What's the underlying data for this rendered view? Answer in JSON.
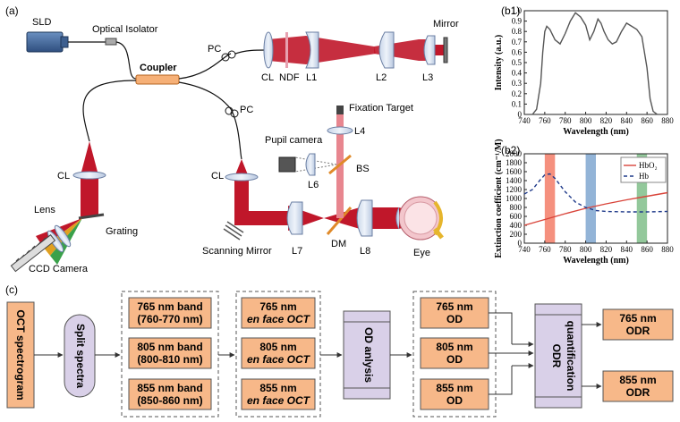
{
  "panels": {
    "a": "(a)",
    "b1": "(b1)",
    "b2": "(b2)",
    "c": "(c)"
  },
  "setup": {
    "sld": "SLD",
    "optical_isolator": "Optical Isolator",
    "coupler": "Coupler",
    "pc_top": "PC",
    "pc_mid": "PC",
    "cl_ref": "CL",
    "ndf": "NDF",
    "l1": "L1",
    "l2": "L2",
    "l3": "L3",
    "mirror": "Mirror",
    "fixation_target": "Fixation Target",
    "l4": "L4",
    "pupil_camera": "Pupil camera",
    "bs": "BS",
    "l6": "L6",
    "cl_sample": "CL",
    "scanning_mirror": "Scanning Mirror",
    "l7": "L7",
    "dm": "DM",
    "l8": "L8",
    "eye": "Eye",
    "cl_spec": "CL",
    "lens": "Lens",
    "grating": "Grating",
    "ccd_camera": "CCD Camera"
  },
  "colors": {
    "beam": "#c0172a",
    "block_orange": "#f7b889",
    "block_purple": "#d9d0e8",
    "hbo2": "#d9443a",
    "hb": "#1f3a8a",
    "band_765": "#f26b53",
    "band_805": "#6f9bc9",
    "band_855": "#6fb67a"
  },
  "chart_data": [
    {
      "type": "line",
      "title": "",
      "xlabel": "Wavelength (nm)",
      "ylabel": "Intensity (a.u.)",
      "xlim": [
        740,
        880
      ],
      "ylim": [
        0,
        1.0
      ],
      "xticks": [
        "740",
        "760",
        "780",
        "800",
        "820",
        "840",
        "860",
        "880"
      ],
      "yticks": [
        "0",
        "0.1",
        "0.2",
        "0.3",
        "0.4",
        "0.5",
        "0.6",
        "0.7",
        "0.8",
        "0.9",
        "1.0"
      ],
      "series": [
        {
          "x": [
            748,
            752,
            756,
            758,
            760,
            762,
            765,
            770,
            775,
            780,
            785,
            790,
            795,
            800,
            804,
            808,
            812,
            815,
            818,
            822,
            826,
            830,
            835,
            840,
            845,
            850,
            855,
            860,
            863,
            866,
            870
          ],
          "y": [
            0.0,
            0.05,
            0.3,
            0.6,
            0.8,
            0.85,
            0.82,
            0.72,
            0.68,
            0.78,
            0.9,
            0.98,
            0.94,
            0.86,
            0.72,
            0.8,
            0.92,
            0.88,
            0.8,
            0.72,
            0.68,
            0.7,
            0.8,
            0.88,
            0.85,
            0.82,
            0.75,
            0.45,
            0.15,
            0.03,
            0.0
          ]
        }
      ]
    },
    {
      "type": "line",
      "title": "",
      "xlabel": "Wavelength (nm)",
      "ylabel": "Extinction coefficient (cm⁻¹/M)",
      "xlim": [
        740,
        880
      ],
      "ylim": [
        0,
        2000
      ],
      "xticks": [
        "740",
        "760",
        "780",
        "800",
        "820",
        "840",
        "860",
        "880"
      ],
      "yticks": [
        "0",
        "200",
        "400",
        "600",
        "800",
        "1000",
        "1200",
        "1400",
        "1600",
        "1800",
        "2000"
      ],
      "bands": [
        [
          760,
          770
        ],
        [
          800,
          810
        ],
        [
          850,
          860
        ]
      ],
      "series": [
        {
          "name": "HbO₂",
          "x": [
            740,
            760,
            780,
            800,
            820,
            840,
            860,
            880
          ],
          "y": [
            400,
            530,
            660,
            780,
            880,
            970,
            1050,
            1130
          ]
        },
        {
          "name": "Hb",
          "x": [
            740,
            748,
            755,
            760,
            765,
            770,
            780,
            790,
            800,
            810,
            820,
            840,
            860,
            880
          ],
          "y": [
            1100,
            1200,
            1400,
            1530,
            1550,
            1450,
            1150,
            920,
            800,
            730,
            710,
            700,
            700,
            710
          ]
        }
      ]
    }
  ],
  "flow": {
    "oct_spectrogram": "OCT spectrogram",
    "split_spectra": "Split spectra",
    "bands": [
      {
        "line1": "765 nm band",
        "line2": "(760-770 nm)"
      },
      {
        "line1": "805 nm band",
        "line2": "(800-810 nm)"
      },
      {
        "line1": "855 nm band",
        "line2": "(850-860 nm)"
      }
    ],
    "en_face": [
      {
        "line1": "765 nm",
        "line2": "en face OCT"
      },
      {
        "line1": "805 nm",
        "line2": "en face OCT"
      },
      {
        "line1": "855 nm",
        "line2": "en face OCT"
      }
    ],
    "od_analysis": "OD anlysis",
    "od": [
      {
        "line1": "765 nm",
        "line2": "OD"
      },
      {
        "line1": "805 nm",
        "line2": "OD"
      },
      {
        "line1": "855 nm",
        "line2": "OD"
      }
    ],
    "odr_quant_line1": "ODR",
    "odr_quant_line2": "quantification",
    "odr": [
      {
        "line1": "765 nm",
        "line2": "ODR"
      },
      {
        "line1": "855 nm",
        "line2": "ODR"
      }
    ]
  }
}
